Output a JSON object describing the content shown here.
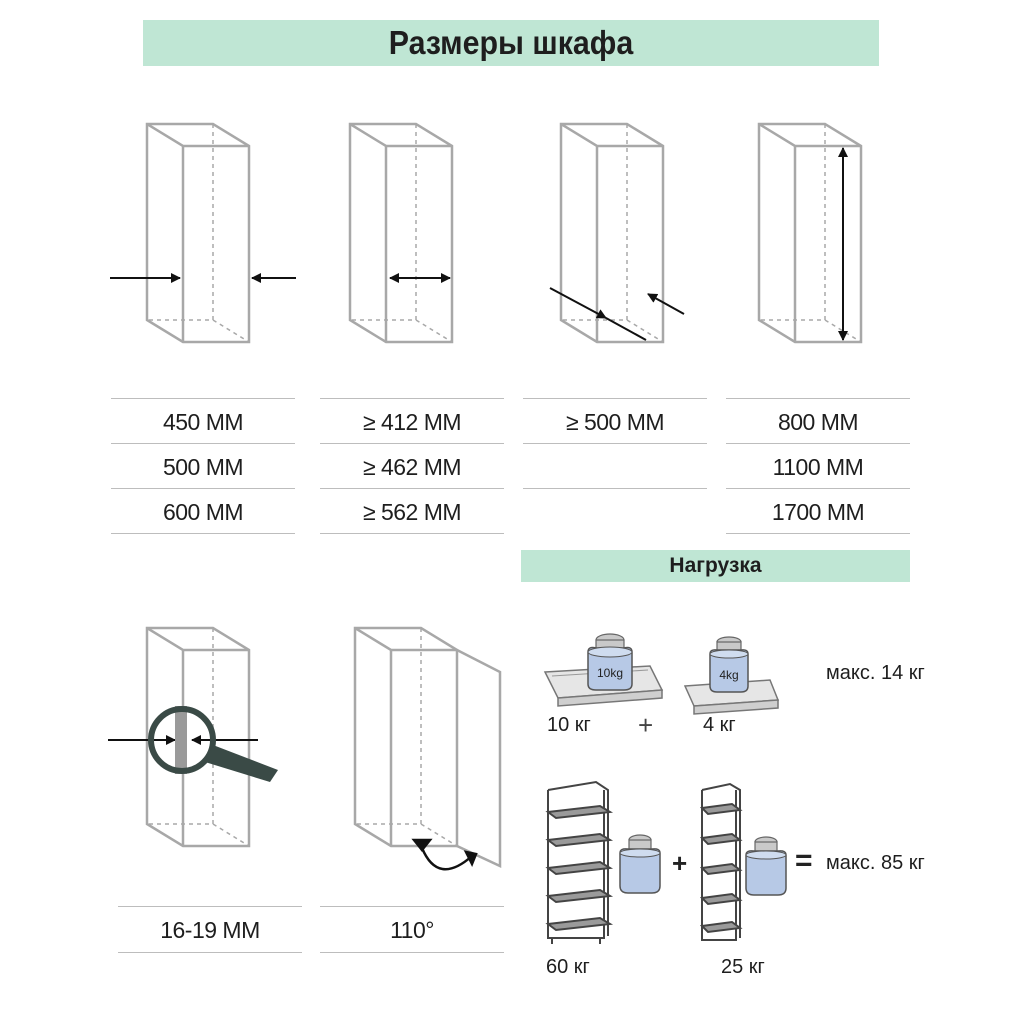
{
  "title": "Размеры шкафа",
  "load_title": "Нагрузка",
  "dimension_columns": [
    {
      "name": "width",
      "values": [
        "450 ММ",
        "500 ММ",
        "600 ММ"
      ]
    },
    {
      "name": "inner-width",
      "values": [
        "≥ 412 ММ",
        "≥ 462 ММ",
        "≥ 562 ММ"
      ]
    },
    {
      "name": "depth",
      "values": [
        "≥ 500 ММ",
        "",
        ""
      ]
    },
    {
      "name": "height",
      "values": [
        "800 ММ",
        "1100 ММ",
        "1700 ММ"
      ]
    }
  ],
  "extra": {
    "panel_thickness": "16-19 ММ",
    "door_angle": "110°"
  },
  "loads": {
    "weight_a": "10kg",
    "weight_b": "4kg",
    "basket_top": "10 кг",
    "basket_bottom": "4 кг",
    "plus": "+",
    "max_basket": "макс. 14 кг",
    "rack_a": "60 кг",
    "rack_b": "25 кг",
    "equals": "=",
    "max_rack": "макс. 85 кг"
  },
  "colors": {
    "banner": "#bfe6d4",
    "cabinet_stroke": "#a8a8a8",
    "weight_fill": "#b7c9e6",
    "weight_cap": "#c9c9c9",
    "magnifier": "#3a4a46"
  },
  "icons": [
    "width-arrows-icon",
    "inner-width-arrows-icon",
    "depth-arrows-icon",
    "height-arrow-icon",
    "magnifier-icon",
    "door-swing-icon",
    "basket-icon",
    "weight-icon",
    "rack-icon"
  ]
}
